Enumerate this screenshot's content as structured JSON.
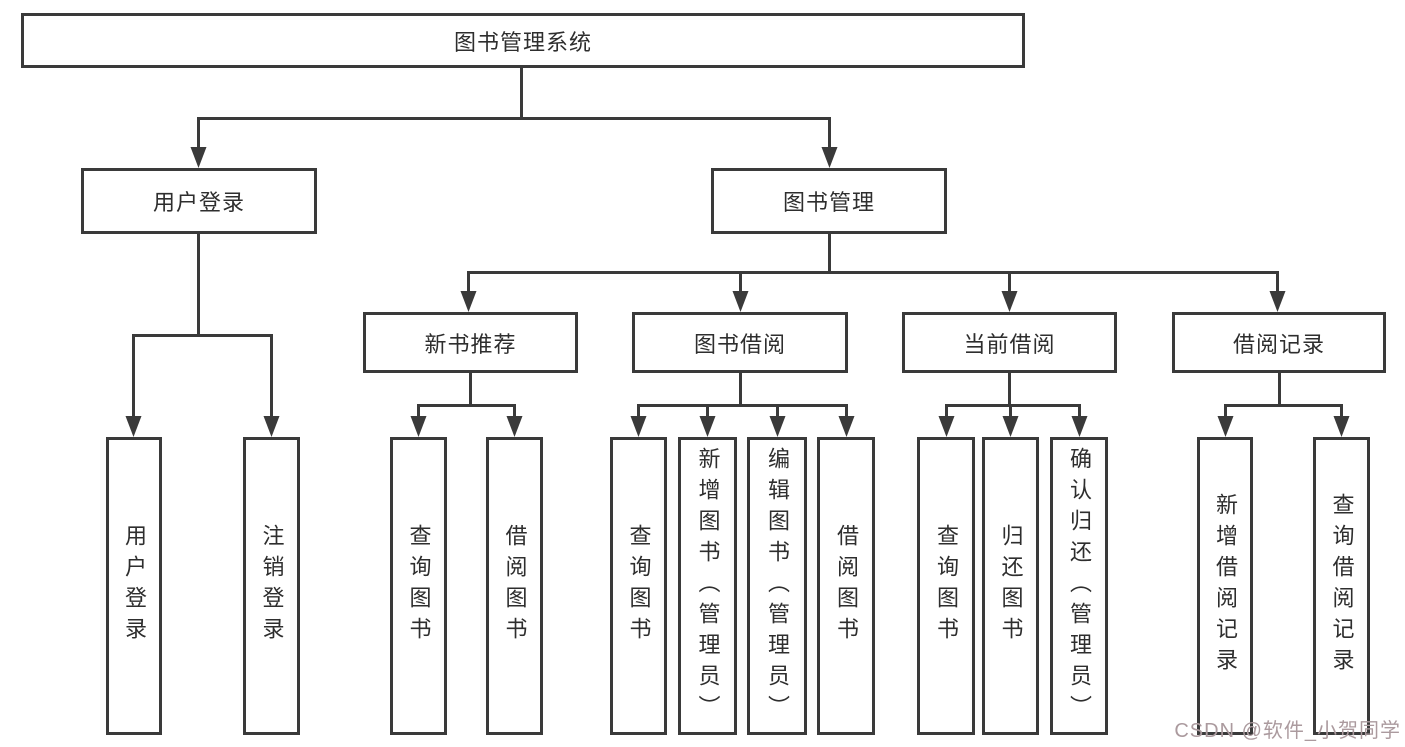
{
  "diagram": {
    "type": "hierarchy-tree",
    "title": "图书管理系统"
  },
  "nodes": {
    "root": "图书管理系统",
    "user_login": "用户登录",
    "book_mgmt": "图书管理",
    "new_book_rec": "新书推荐",
    "book_borrow": "图书借阅",
    "current_borrow": "当前借阅",
    "borrow_record": "借阅记录",
    "leaf_user_login": "用户登录",
    "leaf_logout": "注销登录",
    "leaf_query_book_1": "查询图书",
    "leaf_borrow_book_1": "借阅图书",
    "leaf_query_book_2": "查询图书",
    "leaf_add_book_admin": "新增图书（管理员）",
    "leaf_edit_book_admin": "编辑图书（管理员）",
    "leaf_borrow_book_2": "借阅图书",
    "leaf_query_book_3": "查询图书",
    "leaf_return_book": "归还图书",
    "leaf_confirm_return_admin": "确认归还（管理员）",
    "leaf_add_borrow_record": "新增借阅记录",
    "leaf_query_borrow_record": "查询借阅记录"
  },
  "watermark": {
    "text": "CSDN @软件_小贺同学"
  },
  "colors": {
    "background": "#ffffff",
    "box_background": "#ffffff",
    "line": "#3a3a3a",
    "text": "#2e2e2e",
    "watermark": "#ab9a9e"
  }
}
